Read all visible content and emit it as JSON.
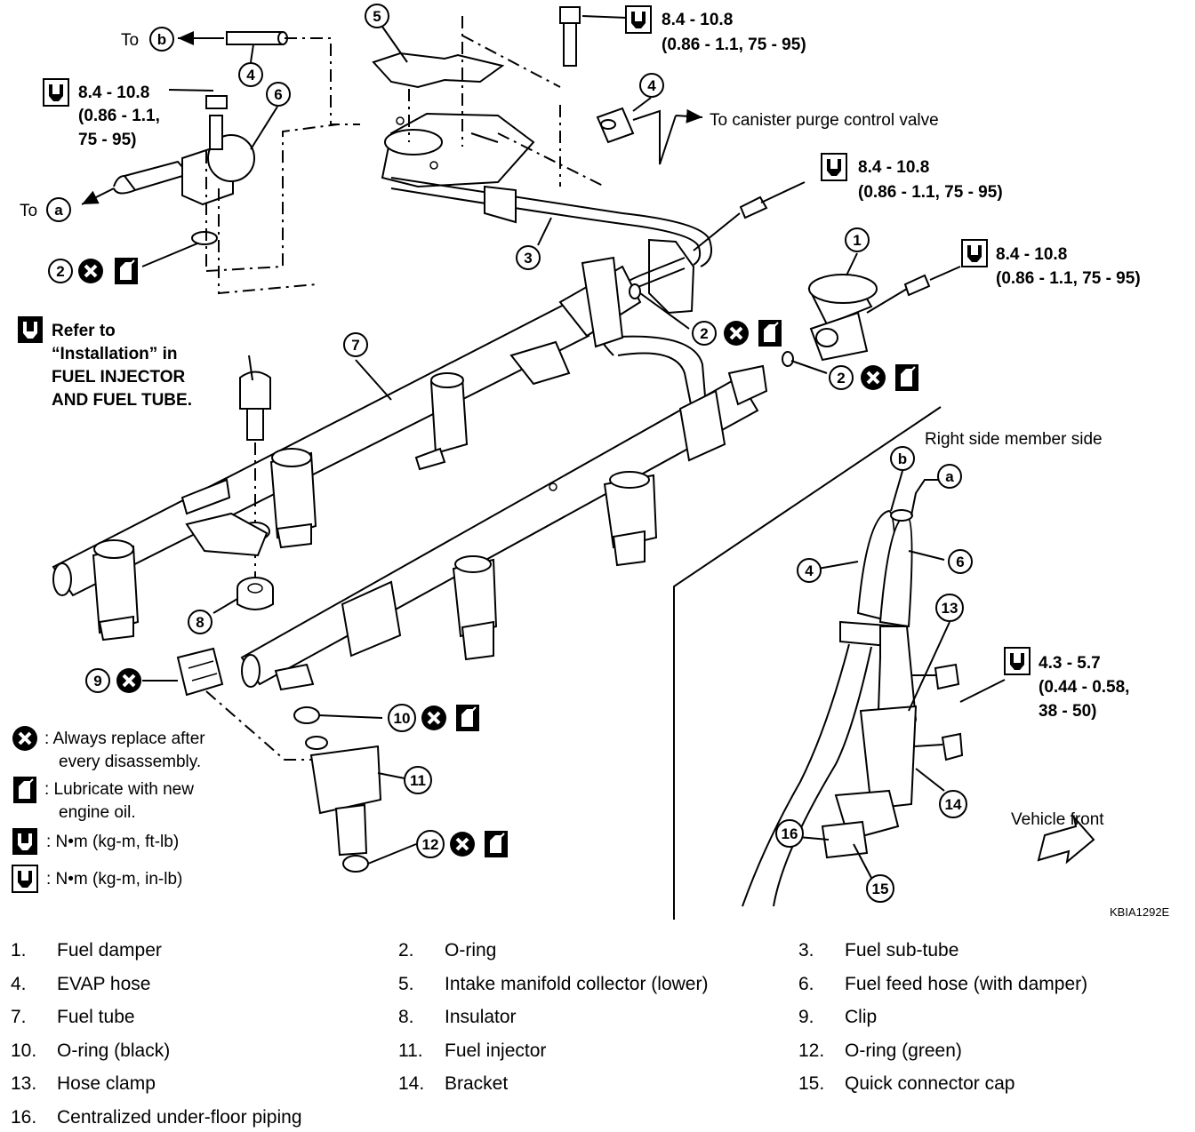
{
  "labels": {
    "to_b": "To",
    "to_a": "To",
    "to_canister": "To canister purge control valve",
    "refer_1": "Refer to",
    "refer_2": "“Installation” in",
    "refer_3": "FUEL INJECTOR",
    "refer_4": "AND FUEL TUBE.",
    "right_side": "Right side member side",
    "vehicle_front": "Vehicle front",
    "code": "KBIA1292E",
    "letter_a": "a",
    "letter_b": "b"
  },
  "torques": {
    "t1_line1": "8.4 - 10.8",
    "t1_line2": "(0.86 - 1.1, 75 - 95)",
    "t2_line1": "8.4 - 10.8",
    "t2_line2": "(0.86 - 1.1,",
    "t2_line3": "75 - 95)",
    "t3_line1": "8.4 - 10.8",
    "t3_line2": "(0.86 - 1.1, 75 - 95)",
    "t4_line1": "8.4 - 10.8",
    "t4_line2": "(0.86 - 1.1, 75 - 95)",
    "t5_line1": "4.3 - 5.7",
    "t5_line2": "(0.44 - 0.58,",
    "t5_line3": "38 - 50)"
  },
  "callouts": [
    "1",
    "2",
    "3",
    "4",
    "5",
    "6",
    "7",
    "8",
    "9",
    "10",
    "11",
    "12",
    "13",
    "14",
    "15",
    "16"
  ],
  "key": {
    "replace_1": ": Always replace after",
    "replace_2": "every disassembly.",
    "lube_1": ": Lubricate with new",
    "lube_2": "engine oil.",
    "nm_ftlb": ":  N•m  (kg-m, ft-lb)",
    "nm_inlb": ":  N•m  (kg-m, in-lb)"
  },
  "parts": [
    {
      "num": "1.",
      "name": "Fuel damper"
    },
    {
      "num": "2.",
      "name": "O-ring"
    },
    {
      "num": "3.",
      "name": "Fuel sub-tube"
    },
    {
      "num": "4.",
      "name": "EVAP hose"
    },
    {
      "num": "5.",
      "name": "Intake manifold collector (lower)"
    },
    {
      "num": "6.",
      "name": "Fuel feed hose (with damper)"
    },
    {
      "num": "7.",
      "name": "Fuel tube"
    },
    {
      "num": "8.",
      "name": "Insulator"
    },
    {
      "num": "9.",
      "name": "Clip"
    },
    {
      "num": "10.",
      "name": "O-ring (black)"
    },
    {
      "num": "11.",
      "name": "Fuel injector"
    },
    {
      "num": "12.",
      "name": "O-ring (green)"
    },
    {
      "num": "13.",
      "name": "Hose clamp"
    },
    {
      "num": "14.",
      "name": "Bracket"
    },
    {
      "num": "15.",
      "name": "Quick connector cap"
    },
    {
      "num": "16.",
      "name": "Centralized under-floor piping"
    }
  ]
}
